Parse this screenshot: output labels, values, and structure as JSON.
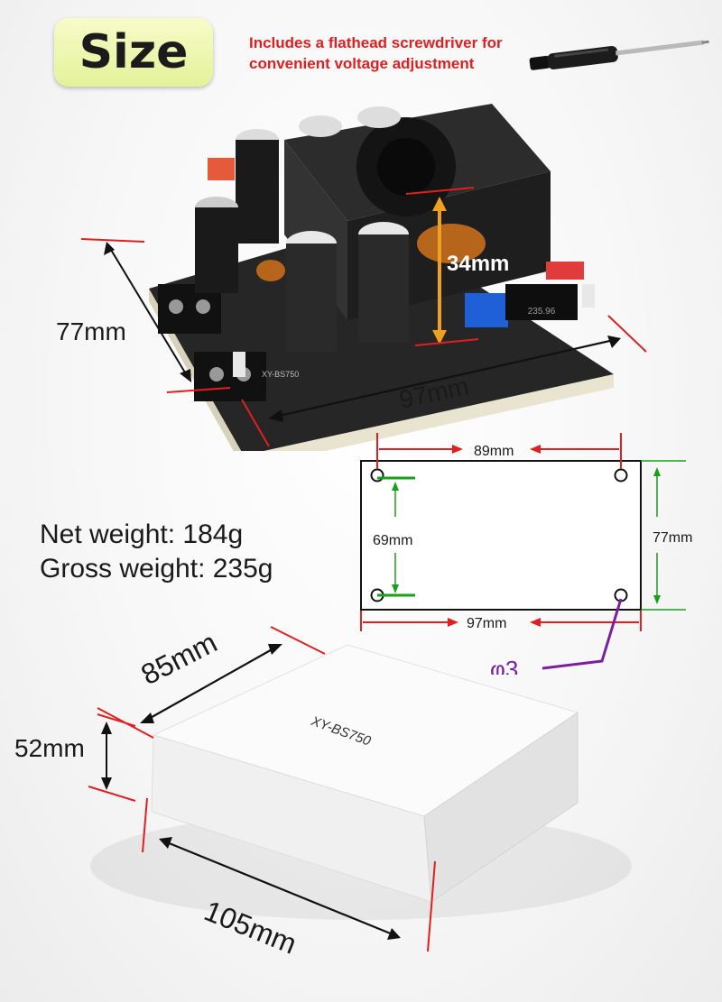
{
  "badge": {
    "title": "Size"
  },
  "note": {
    "line1": "Includes a flathead screwdriver for",
    "line2": "convenient voltage adjustment"
  },
  "board": {
    "height": "34mm",
    "depth": "77mm",
    "width": "97mm",
    "model": "XY-BS750",
    "display": "235.96"
  },
  "drawing": {
    "hole_spacing_x": "89mm",
    "hole_spacing_y": "69mm",
    "outer_height": "77mm",
    "outer_width": "97mm",
    "hole_diameter": "φ3"
  },
  "weights": {
    "net": "Net weight: 184g",
    "gross": "Gross weight: 235g"
  },
  "box": {
    "depth": "85mm",
    "height": "52mm",
    "length": "105mm",
    "label": "XY-BS750"
  },
  "colors": {
    "badge": "#e4f29a",
    "accent_red": "#e02020",
    "dim_orange": "#f0a020",
    "green": "#18a018",
    "purple": "#7a1fa0"
  }
}
